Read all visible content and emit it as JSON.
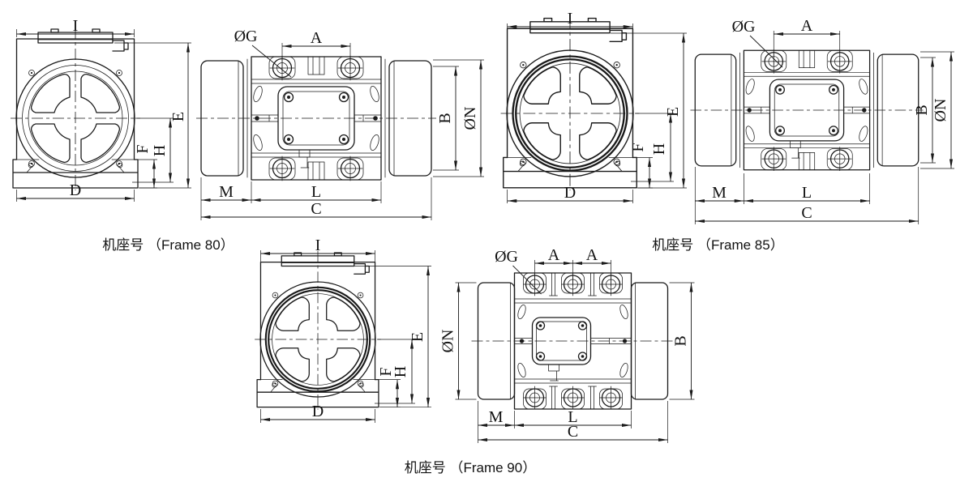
{
  "captions": {
    "frame80": "机座号 （Frame 80）",
    "frame85": "机座号 （Frame 85）",
    "frame90": "机座号 （Frame 90）"
  },
  "dims": {
    "I": "I",
    "E": "E",
    "F": "F",
    "H": "H",
    "D": "D",
    "G": "ØG",
    "A": "A",
    "B": "B",
    "N": "ØN",
    "M": "M",
    "L": "L",
    "C": "C"
  },
  "frames": [
    {
      "name": "Frame 80",
      "front_view_dims": [
        "I",
        "E",
        "F",
        "H",
        "D"
      ],
      "side_view_dims": [
        "ØG",
        "A",
        "B",
        "ØN",
        "M",
        "L",
        "C"
      ]
    },
    {
      "name": "Frame 85",
      "front_view_dims": [
        "I",
        "E",
        "F",
        "H",
        "D"
      ],
      "side_view_dims": [
        "ØG",
        "A",
        "B",
        "ØN",
        "M",
        "L",
        "C"
      ]
    },
    {
      "name": "Frame 90",
      "front_view_dims": [
        "I",
        "E",
        "F",
        "H",
        "D"
      ],
      "side_view_dims": [
        "ØG",
        "A",
        "A",
        "ØN",
        "B",
        "M",
        "L",
        "C"
      ]
    }
  ],
  "colors": {
    "line": "#1a1a1a",
    "background": "#ffffff"
  }
}
